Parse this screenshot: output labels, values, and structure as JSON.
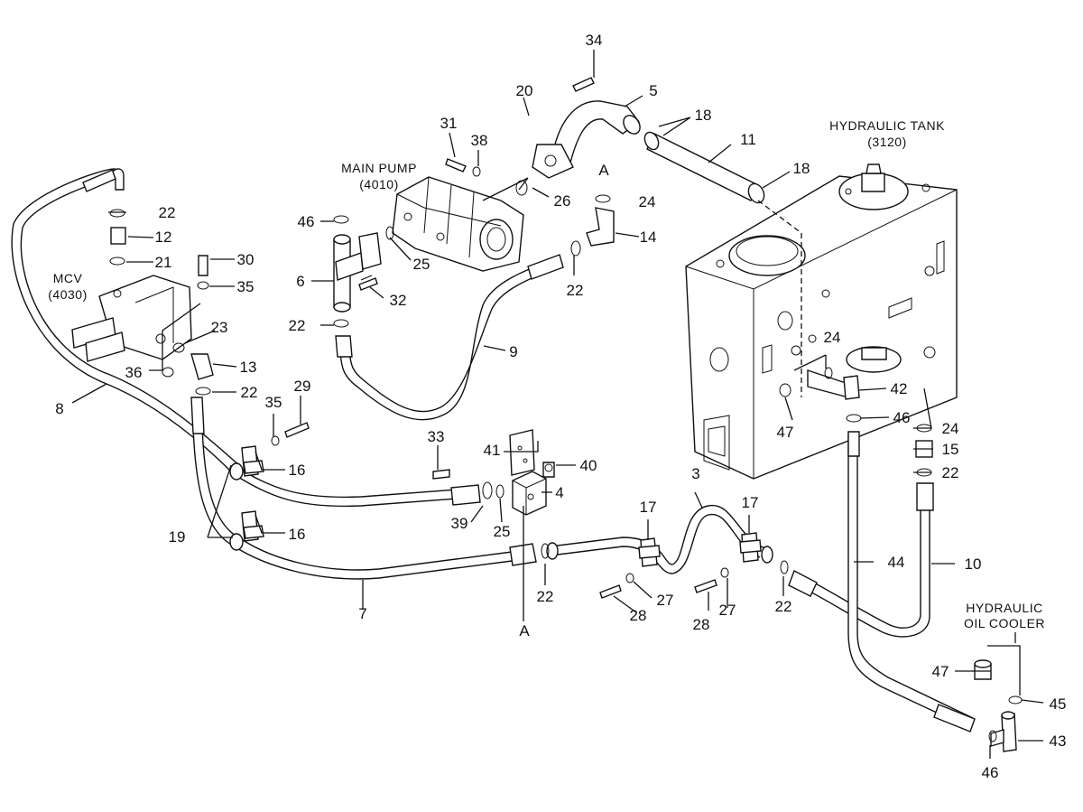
{
  "callouts": [
    {
      "id": "c34",
      "text": "34"
    },
    {
      "id": "c20",
      "text": "20"
    },
    {
      "id": "c5",
      "text": "5"
    },
    {
      "id": "c31",
      "text": "31"
    },
    {
      "id": "c38",
      "text": "38"
    },
    {
      "id": "c18a",
      "text": "18"
    },
    {
      "id": "c11",
      "text": "11"
    },
    {
      "id": "c18b",
      "text": "18"
    },
    {
      "id": "c26",
      "text": "26"
    },
    {
      "id": "cA1",
      "text": "A"
    },
    {
      "id": "c24a",
      "text": "24"
    },
    {
      "id": "c22a",
      "text": "22"
    },
    {
      "id": "c12",
      "text": "12"
    },
    {
      "id": "c21",
      "text": "21"
    },
    {
      "id": "c30",
      "text": "30"
    },
    {
      "id": "c35a",
      "text": "35"
    },
    {
      "id": "c46a",
      "text": "46"
    },
    {
      "id": "c25a",
      "text": "25"
    },
    {
      "id": "c14",
      "text": "14"
    },
    {
      "id": "c6",
      "text": "6"
    },
    {
      "id": "c32",
      "text": "32"
    },
    {
      "id": "c22b",
      "text": "22"
    },
    {
      "id": "c22c",
      "text": "22"
    },
    {
      "id": "c23",
      "text": "23"
    },
    {
      "id": "c9",
      "text": "9"
    },
    {
      "id": "c36",
      "text": "36"
    },
    {
      "id": "c13",
      "text": "13"
    },
    {
      "id": "c22d",
      "text": "22"
    },
    {
      "id": "c8",
      "text": "8"
    },
    {
      "id": "c35b",
      "text": "35"
    },
    {
      "id": "c29",
      "text": "29"
    },
    {
      "id": "c24b",
      "text": "24"
    },
    {
      "id": "c42",
      "text": "42"
    },
    {
      "id": "c47a",
      "text": "47"
    },
    {
      "id": "c46b",
      "text": "46"
    },
    {
      "id": "c24c",
      "text": "24"
    },
    {
      "id": "c33",
      "text": "33"
    },
    {
      "id": "c41",
      "text": "41"
    },
    {
      "id": "c40",
      "text": "40"
    },
    {
      "id": "c15",
      "text": "15"
    },
    {
      "id": "c22e",
      "text": "22"
    },
    {
      "id": "c16a",
      "text": "16"
    },
    {
      "id": "c4",
      "text": "4"
    },
    {
      "id": "c3",
      "text": "3"
    },
    {
      "id": "c39",
      "text": "39"
    },
    {
      "id": "c25b",
      "text": "25"
    },
    {
      "id": "c17a",
      "text": "17"
    },
    {
      "id": "c17b",
      "text": "17"
    },
    {
      "id": "c19",
      "text": "19"
    },
    {
      "id": "c16b",
      "text": "16"
    },
    {
      "id": "c44",
      "text": "44"
    },
    {
      "id": "c10",
      "text": "10"
    },
    {
      "id": "c22f",
      "text": "22"
    },
    {
      "id": "c27a",
      "text": "27"
    },
    {
      "id": "c22g",
      "text": "22"
    },
    {
      "id": "c7",
      "text": "7"
    },
    {
      "id": "c28a",
      "text": "28"
    },
    {
      "id": "c28b",
      "text": "28"
    },
    {
      "id": "c27b",
      "text": "27"
    },
    {
      "id": "cA2",
      "text": "A"
    },
    {
      "id": "c47b",
      "text": "47"
    },
    {
      "id": "c45",
      "text": "45"
    },
    {
      "id": "c43",
      "text": "43"
    },
    {
      "id": "c46c",
      "text": "46"
    }
  ],
  "components": {
    "main_pump": {
      "line1": "MAIN PUMP",
      "line2": "(4010)"
    },
    "mcv": {
      "line1": "MCV",
      "line2": "(4030)"
    },
    "hydraulic_tank": {
      "line1": "HYDRAULIC TANK",
      "line2": "(3120)"
    },
    "oil_cooler": {
      "line1": "HYDRAULIC",
      "line2": "OIL COOLER"
    }
  }
}
